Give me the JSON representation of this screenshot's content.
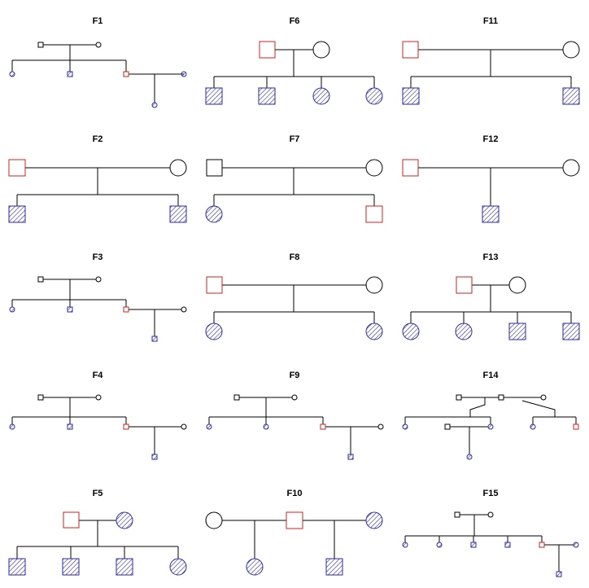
{
  "figure": {
    "families": [
      {
        "label": "F1"
      },
      {
        "label": "F2"
      },
      {
        "label": "F3"
      },
      {
        "label": "F4"
      },
      {
        "label": "F5"
      },
      {
        "label": "F6"
      },
      {
        "label": "F7"
      },
      {
        "label": "F8"
      },
      {
        "label": "F9"
      },
      {
        "label": "F10"
      },
      {
        "label": "F11"
      },
      {
        "label": "F12"
      },
      {
        "label": "F13"
      },
      {
        "label": "F14"
      },
      {
        "label": "F15"
      }
    ]
  },
  "legend_colors": {
    "line": "#000000",
    "affected_blue": "#2a2aa8",
    "red_marker": "#cc2222",
    "background": "#ffffff"
  }
}
